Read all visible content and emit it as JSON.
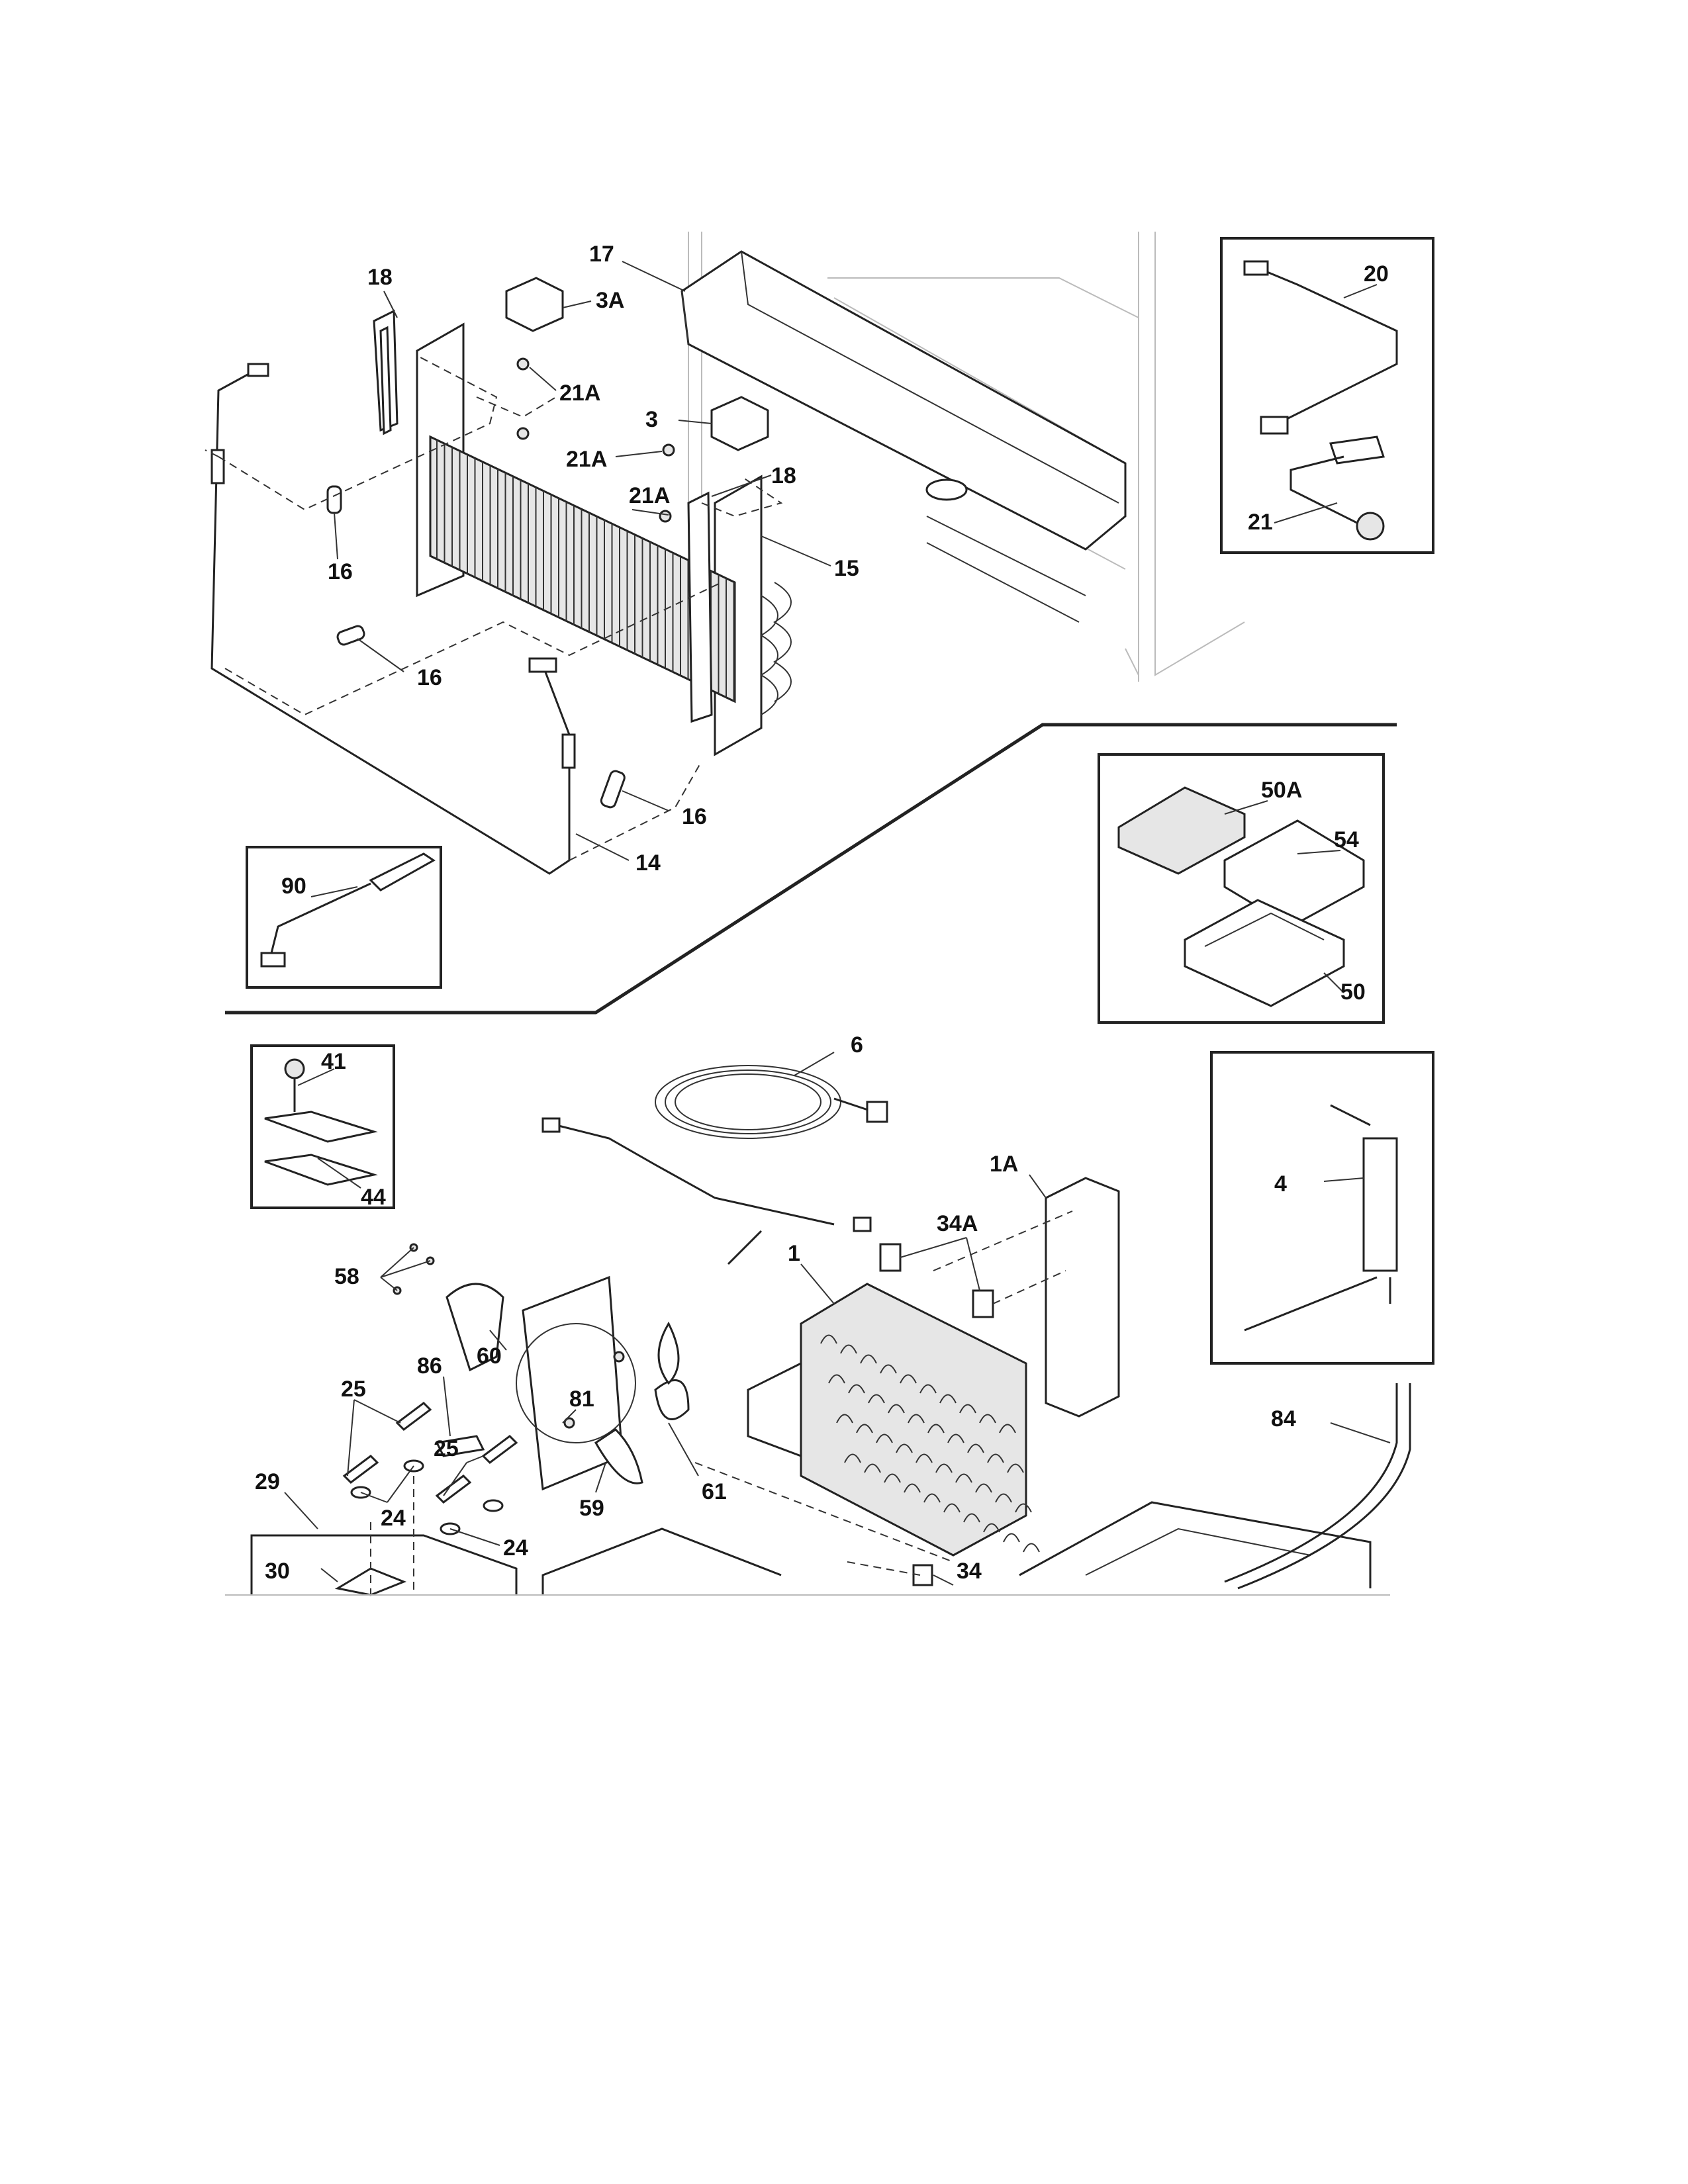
{
  "callouts": {
    "c18a": "18",
    "c3A": "3A",
    "c17": "17",
    "c21Aa": "21A",
    "c3": "3",
    "c21Ab": "21A",
    "c21Ac": "21A",
    "c18b": "18",
    "c15": "15",
    "c16a": "16",
    "c16b": "16",
    "c16c": "16",
    "c14": "14",
    "c20": "20",
    "c21": "21",
    "c90": "90",
    "c50A": "50A",
    "c54": "54",
    "c50": "50",
    "c41": "41",
    "c44": "44",
    "c6": "6",
    "c1A": "1A",
    "c34A": "34A",
    "c1": "1",
    "c4": "4",
    "c58": "58",
    "c60": "60",
    "c86": "86",
    "c25a": "25",
    "c81": "81",
    "c25b": "25",
    "c84": "84",
    "c29": "29",
    "c24a": "24",
    "c59": "59",
    "c61": "61",
    "c24b": "24",
    "c30": "30",
    "c34": "34"
  },
  "colors": {
    "line": "#222222",
    "faint": "#bbbbbb",
    "fill": "#e6e6e6"
  }
}
